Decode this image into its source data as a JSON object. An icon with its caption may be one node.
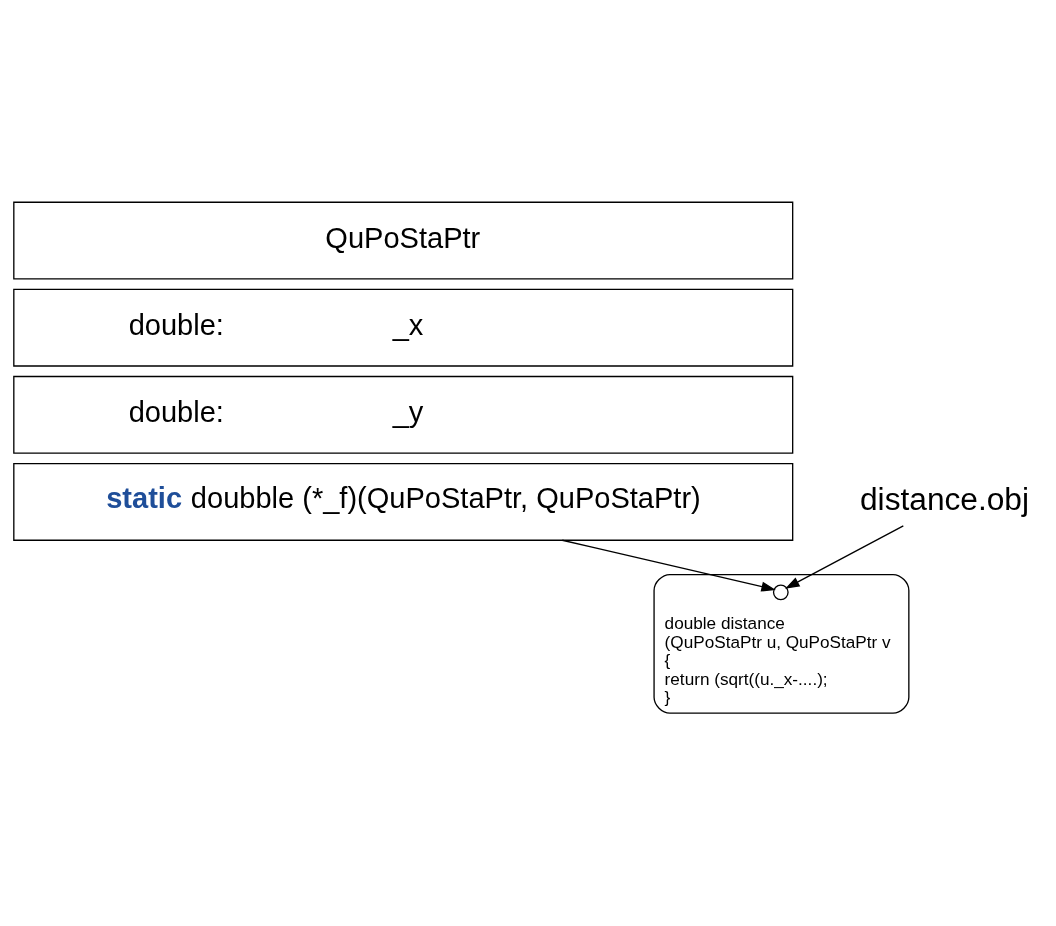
{
  "diagram": {
    "nodes": [
      {
        "text": [
          "QuPoStaPtr"
        ]
      },
      {
        "text": [
          "double:",
          "_x"
        ]
      },
      {
        "text": [
          "double:",
          "_y"
        ]
      },
      {
        "text": [
          "**static** doubble (*_f)(QuPoStaPtr, QuPoStaPtr)"
        ]
      },
      {
        "text": [
          "double distance",
          "(QuPoStaPtr u, QuPoStaPtr v",
          "{",
          "return (sqrt((u._x-....);",
          "}"
        ]
      },
      {
        "text": [],
        "shape": "circle",
        "in": 4
      },
      {
        "text": [
          "distance.obj"
        ]
      }
    ],
    "edges": [
      {
        "from": 3,
        "to": 5,
        "arrow": "to"
      },
      {
        "from": 6,
        "to": 5,
        "arrow": "to"
      }
    ]
  }
}
